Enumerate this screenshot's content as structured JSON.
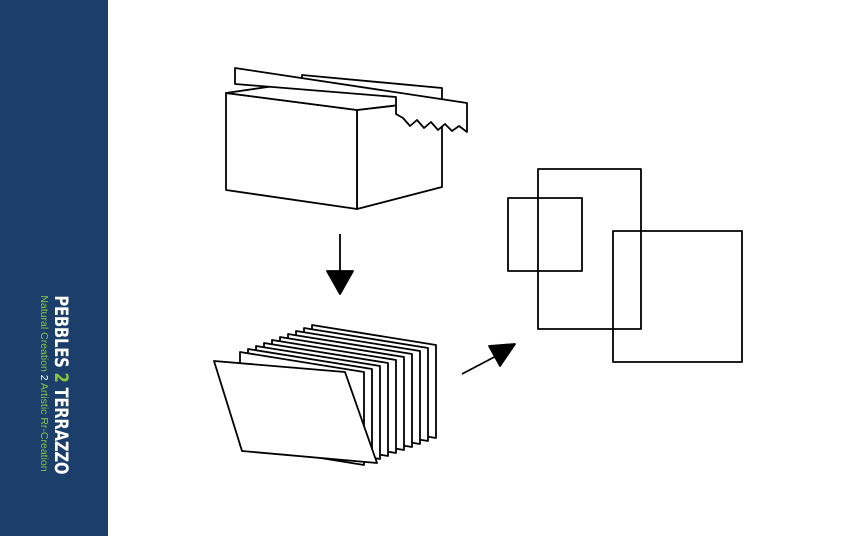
{
  "brand": {
    "title_part1": "PEBBLES ",
    "title_number": "2",
    "title_part2": " TERRAZZO",
    "tagline_part1": "Natural Creation ",
    "tagline_number": "2",
    "tagline_part2": " Artistic Rr-Creation"
  },
  "colors": {
    "sidebar_bg": "#1b3e6b",
    "title_text": "#ffffff",
    "accent": "#8cc63f",
    "line": "#000000"
  },
  "icons": [
    "shipping-box-icon",
    "arrow-down-icon",
    "tile-stack-icon",
    "arrow-diagonal-icon",
    "overlapping-squares-icon"
  ]
}
